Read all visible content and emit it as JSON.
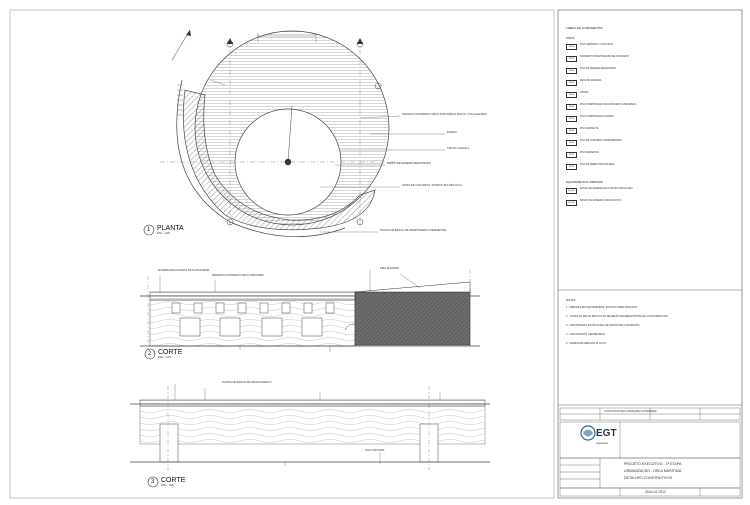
{
  "views": {
    "plan": {
      "num": "1",
      "title": "PLANTA",
      "scale": "ESC.: 1/25"
    },
    "section_a": {
      "num": "2",
      "title": "CORTE",
      "scale": "ESC.: 1/25"
    },
    "section_b": {
      "num": "3",
      "title": "CORTE",
      "scale": "ESC.: 1/25"
    }
  },
  "plan_labels": [
    "DEGRAUS MOVIMENTO DE PLATAFORMA E BANCO / PISO ELEVADO",
    "ENSAIO",
    "TRILHO / ARGOLA",
    "BANCO DE MADEIRA REGISTRADO",
    "APOIO DE CONCRETO / ESTRUTURA METÁLICA",
    "PLANTA DE BANCO DE REVESTIMENTO PERIMETRAL"
  ],
  "section_labels": [
    "MADEIRA REGISTRADA DE PLATAFORMA",
    "DEGRAUS MOVIMENTO DE PLATAFORMA",
    "PISO ELEVADO",
    "PLANTA DE BANCO DE REVESTIMENTO",
    "SOLO NATURAL"
  ],
  "legend": {
    "title": "TABELA DE ACABAMENTOS",
    "sections": [
      {
        "heading": "PISOS",
        "items": [
          {
            "code": "PI-01",
            "text": "PISO CERÂMICO - COR CINZA"
          },
          {
            "code": "PI-02",
            "text": "PAVIMENTO INTERTRAVADO DE CONCRETO"
          },
          {
            "code": "PI-03",
            "text": "PISO DE MADEIRA REGISTRADO"
          },
          {
            "code": "PI-04",
            "text": "DECK DE MADEIRA"
          },
          {
            "code": "PI-05",
            "text": "GRAMA"
          },
          {
            "code": "PI-06",
            "text": "PISO INTERTRAVADO DE CONCRETO E PEDRISCO"
          },
          {
            "code": "PI-07",
            "text": "PISO INTERTRAVADO VAZADO"
          },
          {
            "code": "PI-08",
            "text": "PISO GRANILITE"
          },
          {
            "code": "PI-09",
            "text": "PISO DE CONCRETO DESEMPENADO"
          },
          {
            "code": "PI-10",
            "text": "PISO DRENANTE"
          },
          {
            "code": "PI-11",
            "text": "PISO DE PEDRA PORTUGUESA"
          }
        ]
      },
      {
        "heading": "EQUIPAMENTOS URBANOS",
        "items": [
          {
            "code": "EQ-01",
            "text": "BANCO DE MADEIRA DE PLÁSTICO RECICLADO"
          },
          {
            "code": "EQ-02",
            "text": "BANCO DE MADEIRA COM ENCOSTO"
          }
        ]
      }
    ]
  },
  "notes": {
    "heading": "NOTAS",
    "items": [
      "1 - MEDIDAS EM CENTÍMETROS, EXCETO ONDE INDICADO.",
      "2 - TODAS AS PEÇAS METÁLICAS DEVERÃO RECEBER PROTEÇÃO ANTICORROSIVA.",
      "3 - VER PROJETO ESTRUTURAL DE MUROS DE CONTENÇÃO.",
      "4 - VER PROJETO GEOMÉTRICO.",
      "5 - VERIFICAR MEDIDAS IN LOCO."
    ]
  },
  "title_block": {
    "company": "EGT",
    "company_sub": "engenharia",
    "project": "CONSTRUTORA ANDRADE GUTIERREZ",
    "subtitle": "PROJETO EXECUTIVO - 1ª ETAPA",
    "line2": "URBANIZAÇÃO - ORLA MARÍTIMA",
    "line3": "DETALHES CONSTRUTIVOS",
    "sheet_code": "2024-01-03-D"
  },
  "colors": {
    "line": "#3a3a3a",
    "hatch_dark": "#5a5a5a",
    "hatch_light": "#9a9a9a",
    "logo_blue": "#2d6b8a"
  }
}
